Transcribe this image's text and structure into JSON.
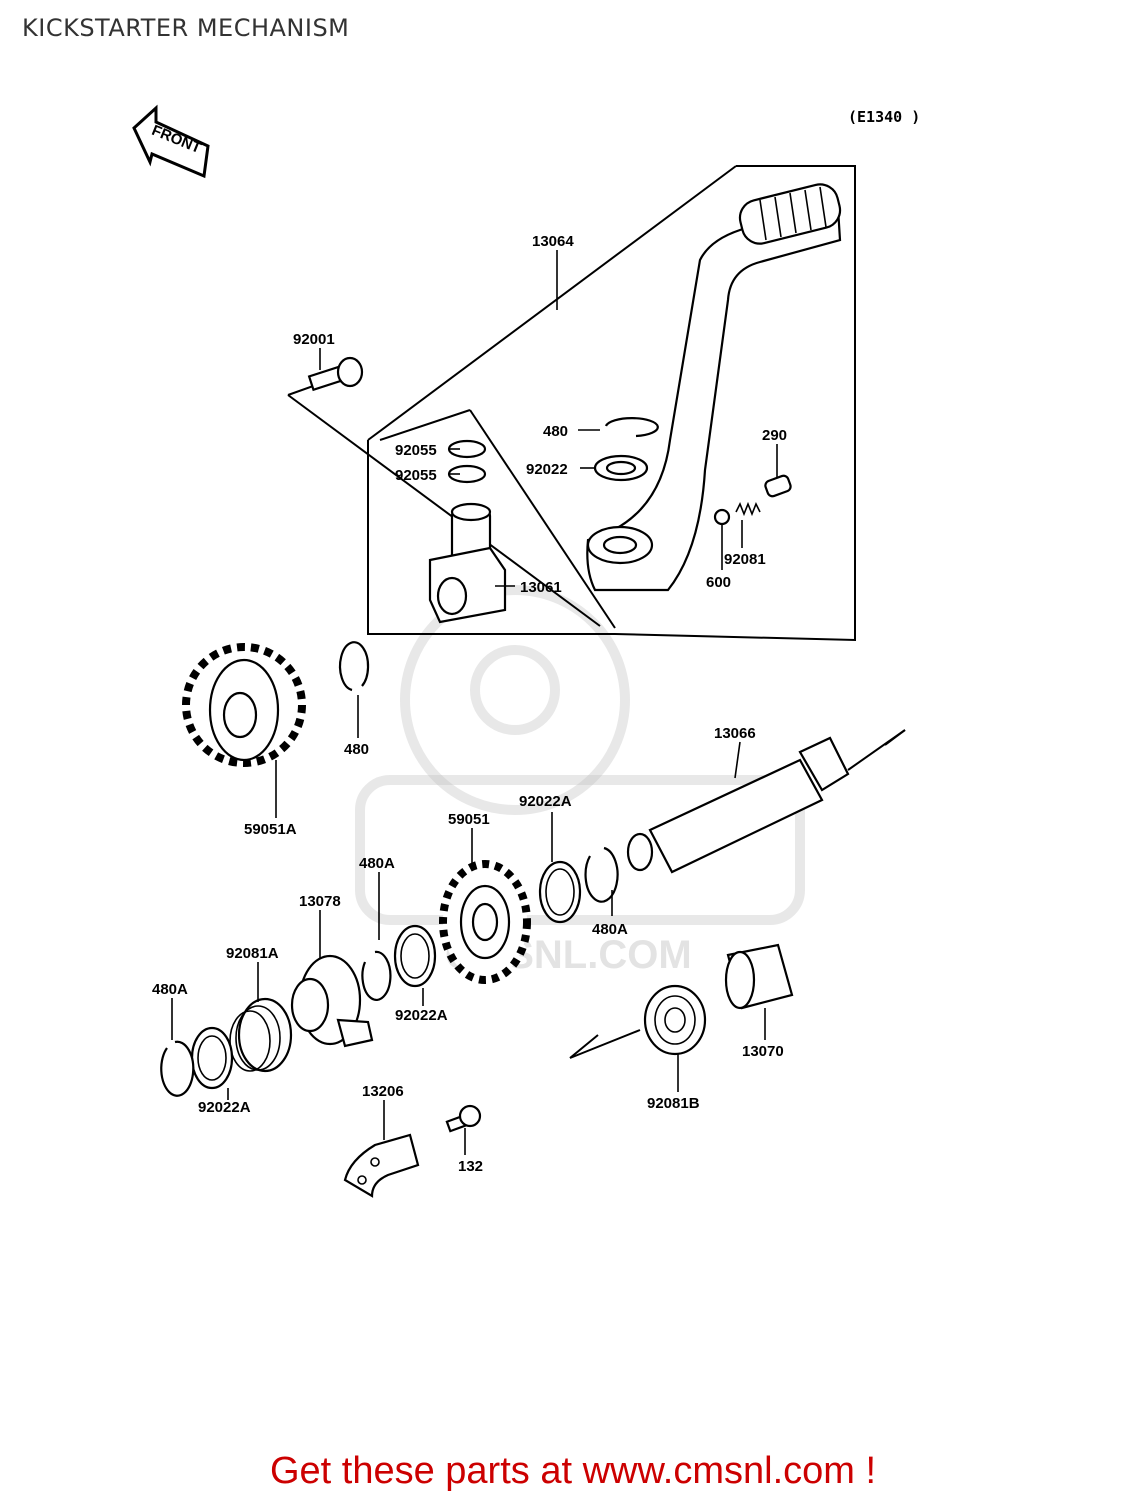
{
  "title": "KICKSTARTER MECHANISM",
  "diagram_code": "(E1340 )",
  "front_label": "FRONT",
  "watermark_text": "CMSNL.COM",
  "footer_cta": "Get these parts at www.cmsnl.com !",
  "colors": {
    "cta": "#cc0000",
    "title": "#333333",
    "lines": "#000000"
  },
  "parts": {
    "p13064": "13064",
    "p92001": "92001",
    "p92055a": "92055",
    "p92055b": "92055",
    "p480_top": "480",
    "p92022": "92022",
    "p290": "290",
    "p92081": "92081",
    "p600": "600",
    "p13061": "13061",
    "p480_mid": "480",
    "p59051A": "59051A",
    "p13066": "13066",
    "p59051": "59051",
    "p92022A_top": "92022A",
    "p480A_a": "480A",
    "p480A_b": "480A",
    "p13078": "13078",
    "p92081A": "92081A",
    "p480A_c": "480A",
    "p92022A_mid": "92022A",
    "p92022A_bot": "92022A",
    "p13070": "13070",
    "p92081B": "92081B",
    "p13206": "13206",
    "p132": "132"
  }
}
